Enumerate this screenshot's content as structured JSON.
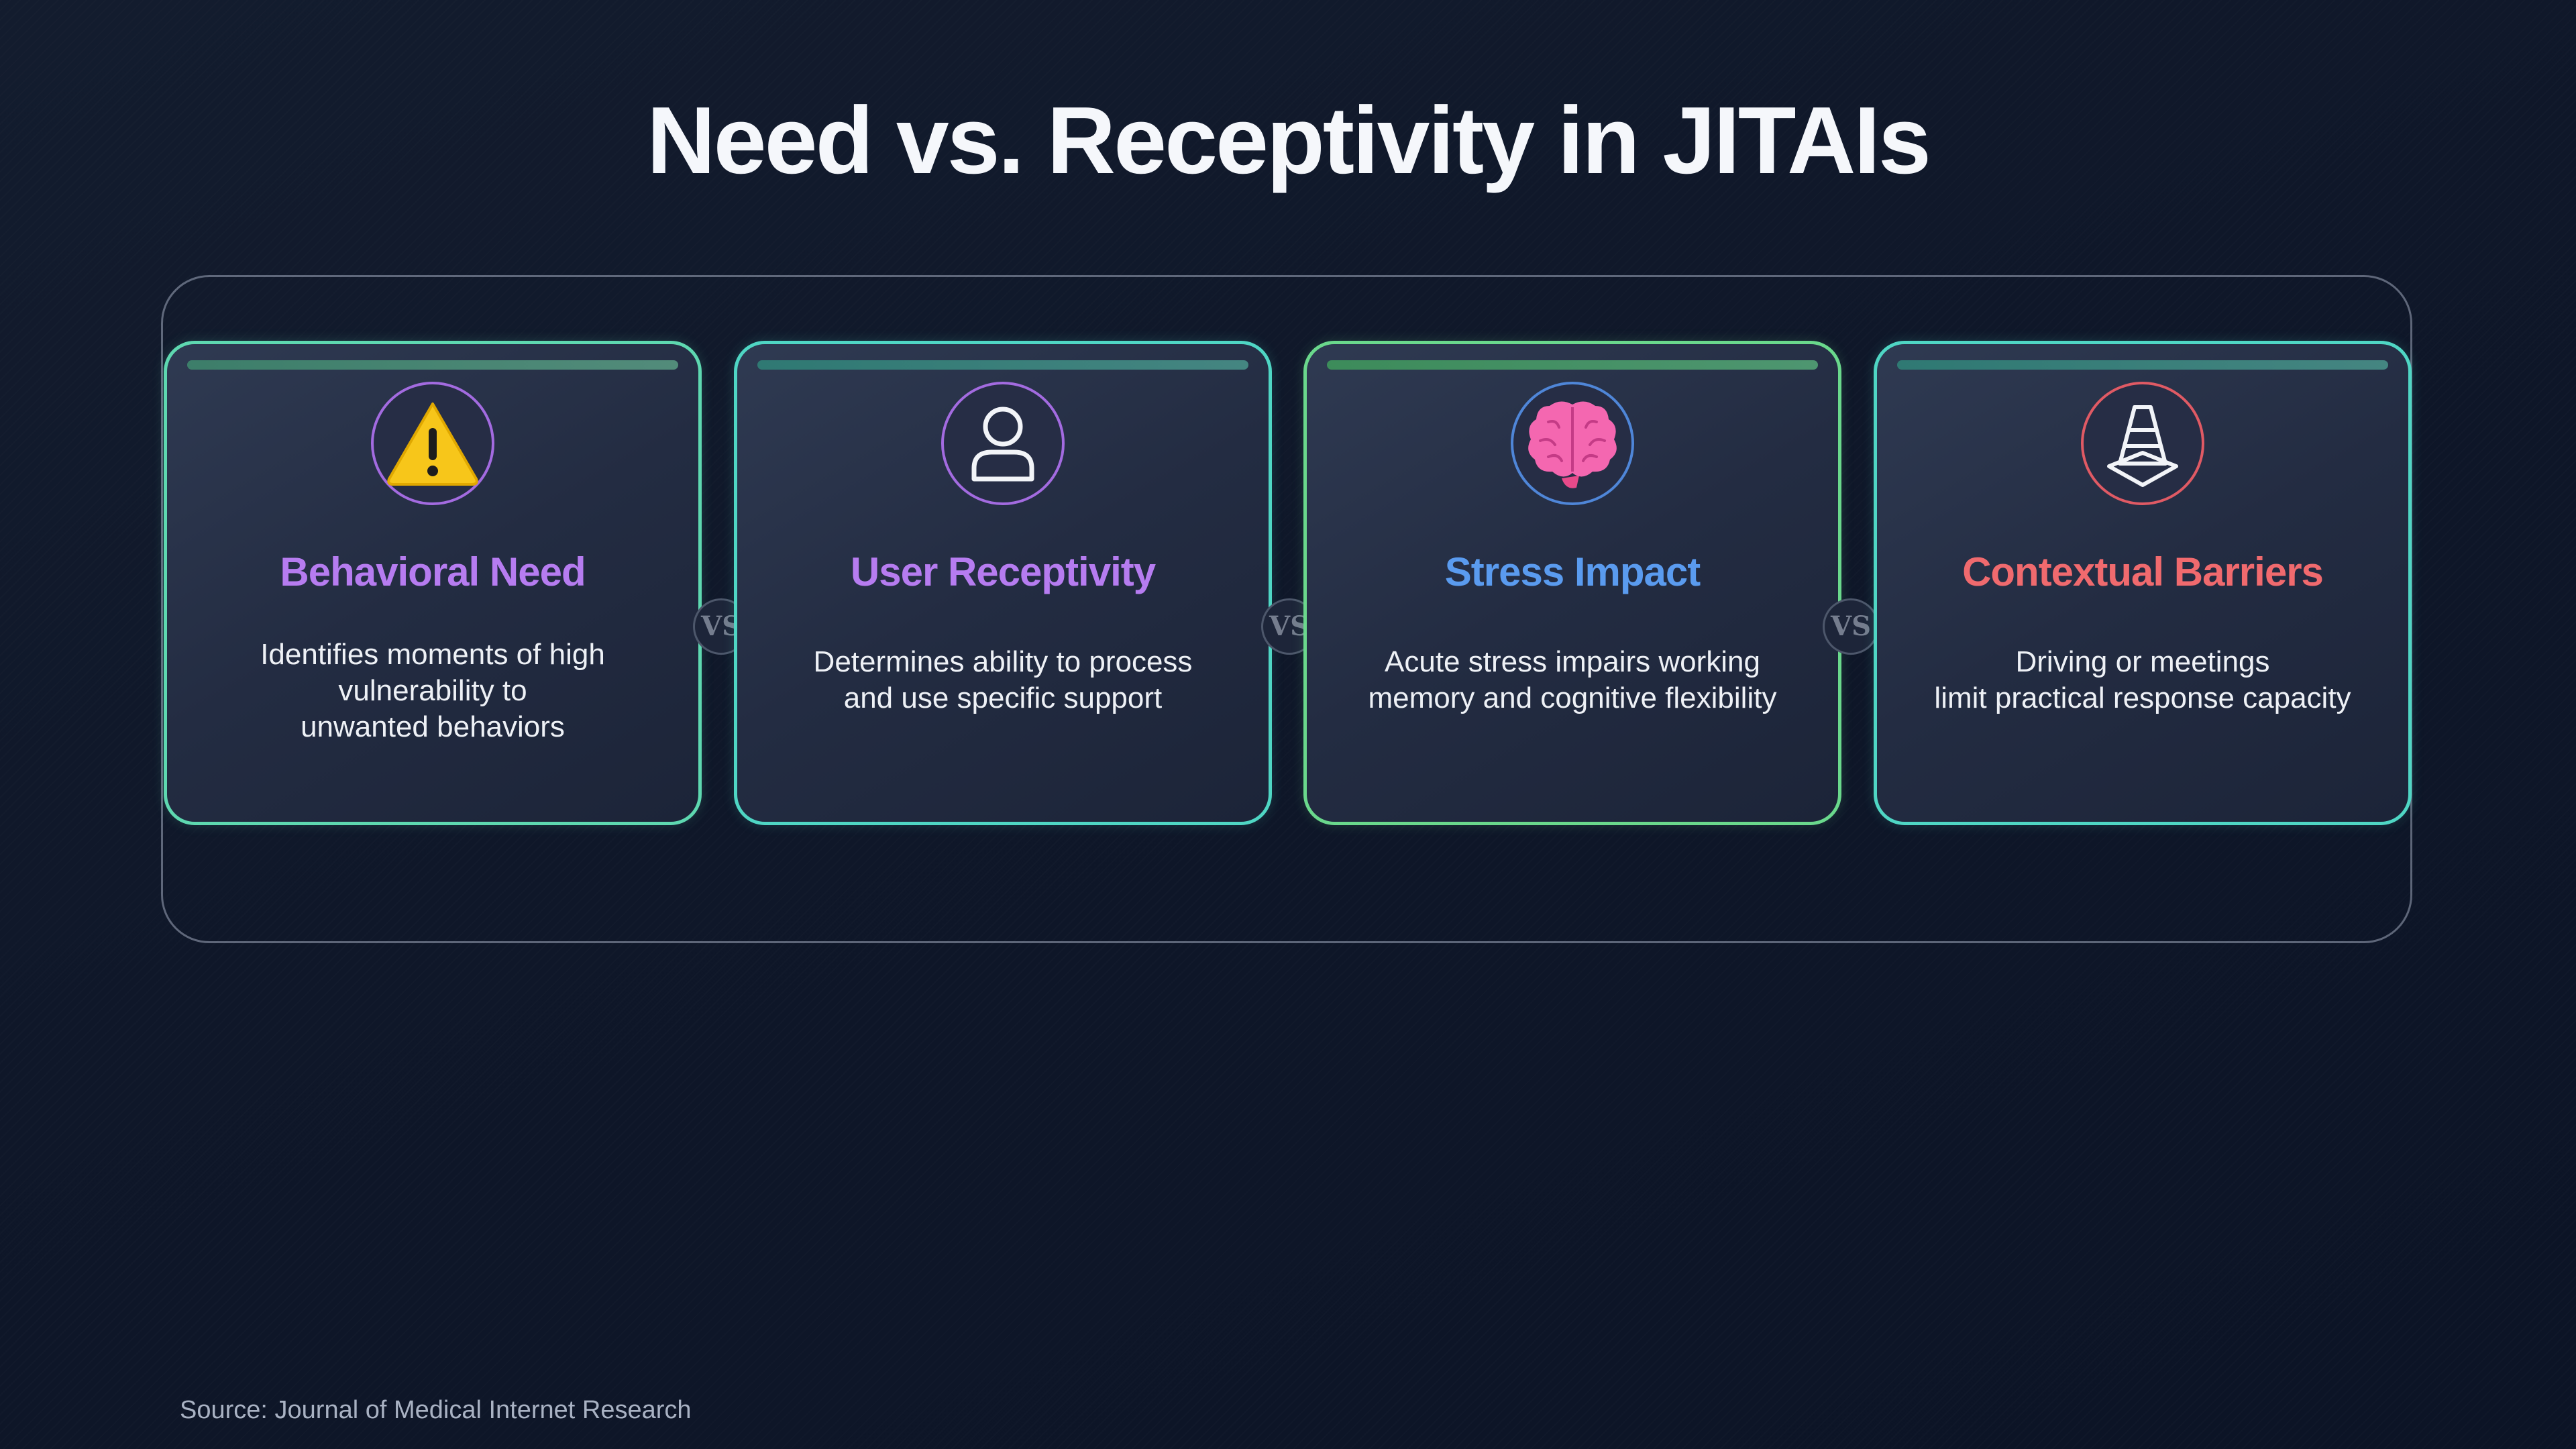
{
  "title": "Need vs. Receptivity in JITAIs",
  "vs_label": "VS",
  "cards": [
    {
      "title": "Behavioral Need",
      "title_color": "#b67cf0",
      "icon": "warning-icon",
      "description": "Identifies moments of high\nvulnerability to\nunwanted behaviors"
    },
    {
      "title": "User Receptivity",
      "title_color": "#b67cf0",
      "icon": "user-icon",
      "description": "Determines ability to process\nand use specific support"
    },
    {
      "title": "Stress Impact",
      "title_color": "#5a9bef",
      "icon": "brain-icon",
      "description": "Acute stress impairs working\nmemory and cognitive flexibility"
    },
    {
      "title": "Contextual Barriers",
      "title_color": "#f06a6e",
      "icon": "traffic-cone-icon",
      "description": "Driving or meetings\nlimit practical response capacity"
    }
  ],
  "source": "Source: Journal of Medical Internet Research"
}
